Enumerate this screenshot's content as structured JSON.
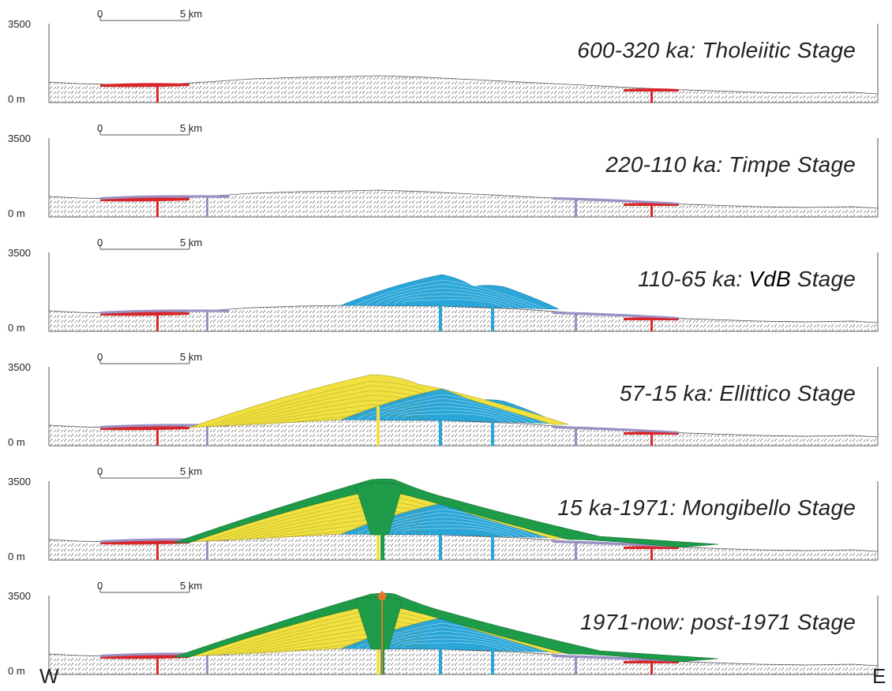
{
  "scale": {
    "zero": "0",
    "five": "5 km"
  },
  "axis": {
    "top": "3500",
    "bottom": "0 m"
  },
  "directions": {
    "west": "W",
    "east": "E"
  },
  "panels": [
    {
      "label_a": "600-320 ka: Tholeiitic Stage",
      "label_hl": "",
      "label_b": ""
    },
    {
      "label_a": "220-110 ka: Timpe Stage",
      "label_hl": "",
      "label_b": ""
    },
    {
      "label_a": "110-65 ka: ",
      "label_hl": "VdB",
      "label_b": " Stage"
    },
    {
      "label_a": "57-15 ka: Ellittico Stage",
      "label_hl": "",
      "label_b": ""
    },
    {
      "label_a": "15 ka-1971: Mongibello Stage",
      "label_hl": "",
      "label_b": ""
    },
    {
      "label_a": "1971-now: post-1971 Stage",
      "label_hl": "",
      "label_b": ""
    }
  ],
  "colors": {
    "tholeiitic": "#d9262a",
    "timpe": "#9a8fc4",
    "vdb": "#2aa6d8",
    "ellittico": "#f0e040",
    "mongibello": "#1e9b48",
    "post1971": "#e07830",
    "basement": "#ffffff"
  }
}
